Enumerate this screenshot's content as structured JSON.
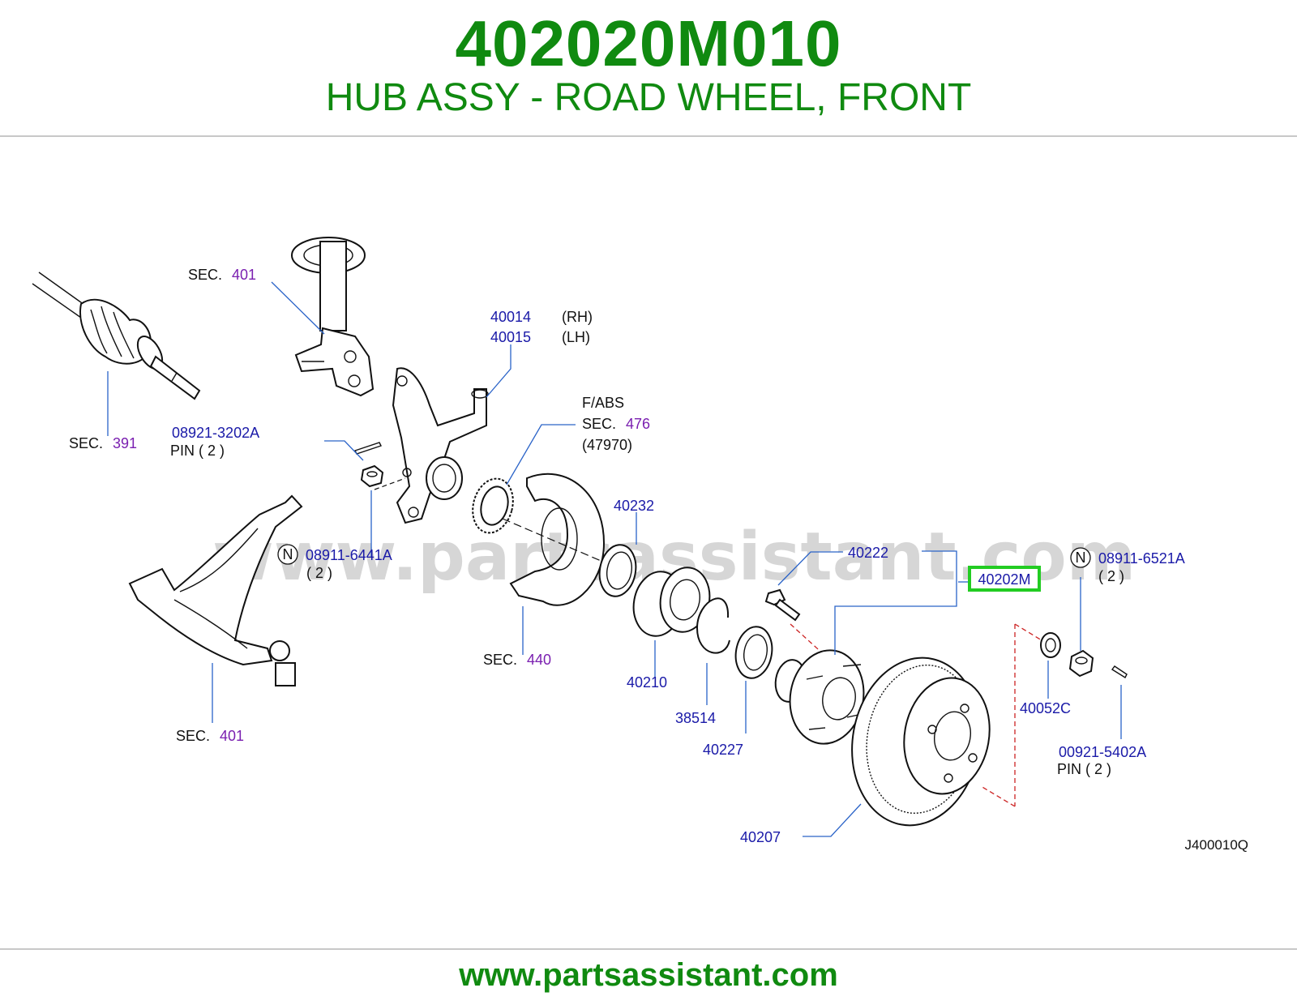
{
  "header": {
    "part_number": "402020M010",
    "description": "HUB ASSY - ROAD WHEEL, FRONT"
  },
  "watermark": "www.partsassistant.com",
  "footer": {
    "url": "www.partsassistant.com"
  },
  "colors": {
    "brand_green": "#108a10",
    "part_number_blue": "#1a1aa8",
    "section_purple": "#7a1fb0",
    "highlight_green": "#22cc22"
  },
  "diagram": {
    "code": "J400010Q",
    "labels": {
      "sec_401_strut": {
        "prefix": "SEC.",
        "num": "401"
      },
      "sec_391": {
        "prefix": "SEC.",
        "num": "391"
      },
      "knuckle_rh": {
        "part": "40014",
        "side": "(RH)"
      },
      "knuckle_lh": {
        "part": "40015",
        "side": "(LH)"
      },
      "fabs": {
        "line1": "F/ABS",
        "prefix": "SEC.",
        "num": "476",
        "line3": "(47970)"
      },
      "pin_upper": {
        "part": "08921-3202A",
        "qty": "PIN ( 2 )"
      },
      "nut_left": {
        "mark": "N",
        "part": "08911-6441A",
        "qty": "( 2 )"
      },
      "p40232": "40232",
      "p40222": "40222",
      "p40202m": "40202M",
      "nut_right": {
        "mark": "N",
        "part": "08911-6521A",
        "qty": "( 2 )"
      },
      "sec_440": {
        "prefix": "SEC.",
        "num": "440"
      },
      "p40210": "40210",
      "p38514": "38514",
      "p40227": "40227",
      "p40052c": "40052C",
      "pin_lower": {
        "part": "00921-5402A",
        "qty": "PIN ( 2 )"
      },
      "sec_401_arm": {
        "prefix": "SEC.",
        "num": "401"
      },
      "p40207": "40207"
    }
  }
}
